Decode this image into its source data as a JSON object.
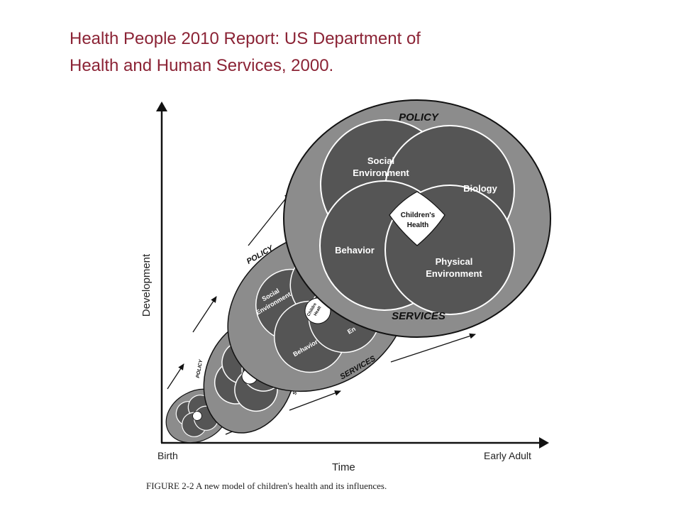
{
  "title": {
    "line1": "Health People 2010 Report: US Department of",
    "line2": "Health and Human Services, 2000."
  },
  "axes": {
    "y_label": "Development",
    "x_label": "Time",
    "x_start": "Birth",
    "x_end": "Early Adult"
  },
  "model": {
    "outer_top": "POLICY",
    "outer_bottom": "SERVICES",
    "circles": [
      "Social Environment",
      "Biology",
      "Behavior",
      "Physical Environment"
    ],
    "center": "Children's Health"
  },
  "labels": {
    "social_1": "Social",
    "social_2": "Environment",
    "biology": "Biology",
    "behavior": "Behavior",
    "physical_1": "Physical",
    "physical_2": "Environment",
    "center_1": "Children's",
    "center_2": "Health",
    "stage3_env": "En",
    "stage2_services": "SE",
    "stage3_center_1": "Childre",
    "stage3_center_2": "Healt"
  },
  "caption": "FIGURE 2-2 A new model of children's health and its influences.",
  "colors": {
    "title": "#8b2335",
    "outer_fill": "#8c8c8c",
    "inner_fill": "#555555",
    "stroke": "#111111",
    "center_fill": "#ffffff"
  }
}
